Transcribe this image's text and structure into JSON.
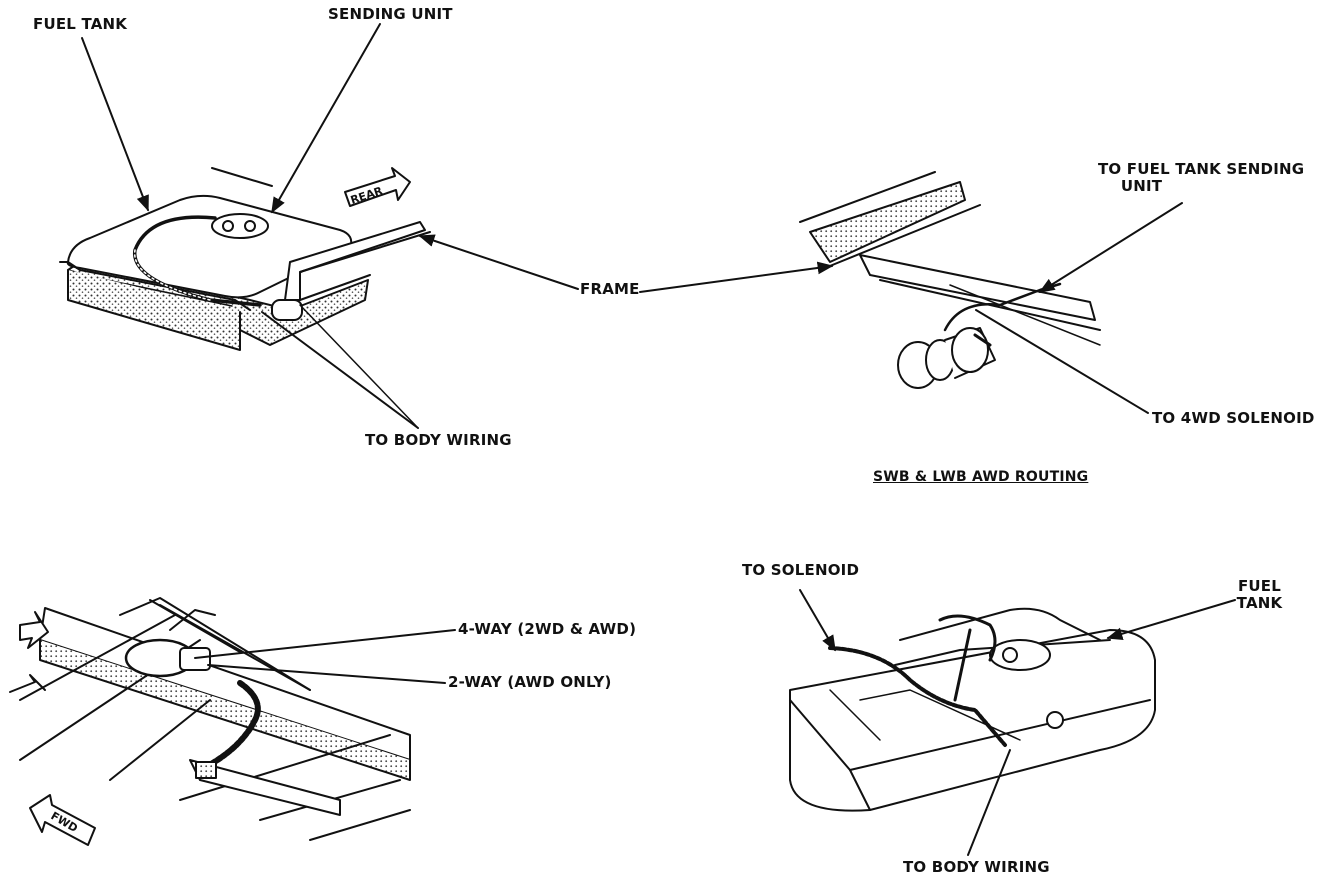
{
  "labels": {
    "fuel_tank_top": "FUEL TANK",
    "sending_unit": "SENDING UNIT",
    "frame": "FRAME",
    "to_body_wiring_top": "TO BODY WIRING",
    "to_fuel_tank_sending_line1": "TO FUEL TANK SENDING",
    "to_fuel_tank_sending_line2": "UNIT",
    "to_4wd_solenoid": "TO 4WD SOLENOID",
    "routing_caption": "SWB & LWB AWD ROUTING",
    "four_way": "4-WAY (2WD & AWD)",
    "two_way": "2-WAY (AWD ONLY)",
    "to_solenoid": "TO SOLENOID",
    "fuel_tank_bottom_line1": "FUEL",
    "fuel_tank_bottom_line2": "TANK",
    "to_body_wiring_bottom": "TO BODY WIRING",
    "rear_arrow": "REAR",
    "fwd_arrow": "FWD"
  }
}
